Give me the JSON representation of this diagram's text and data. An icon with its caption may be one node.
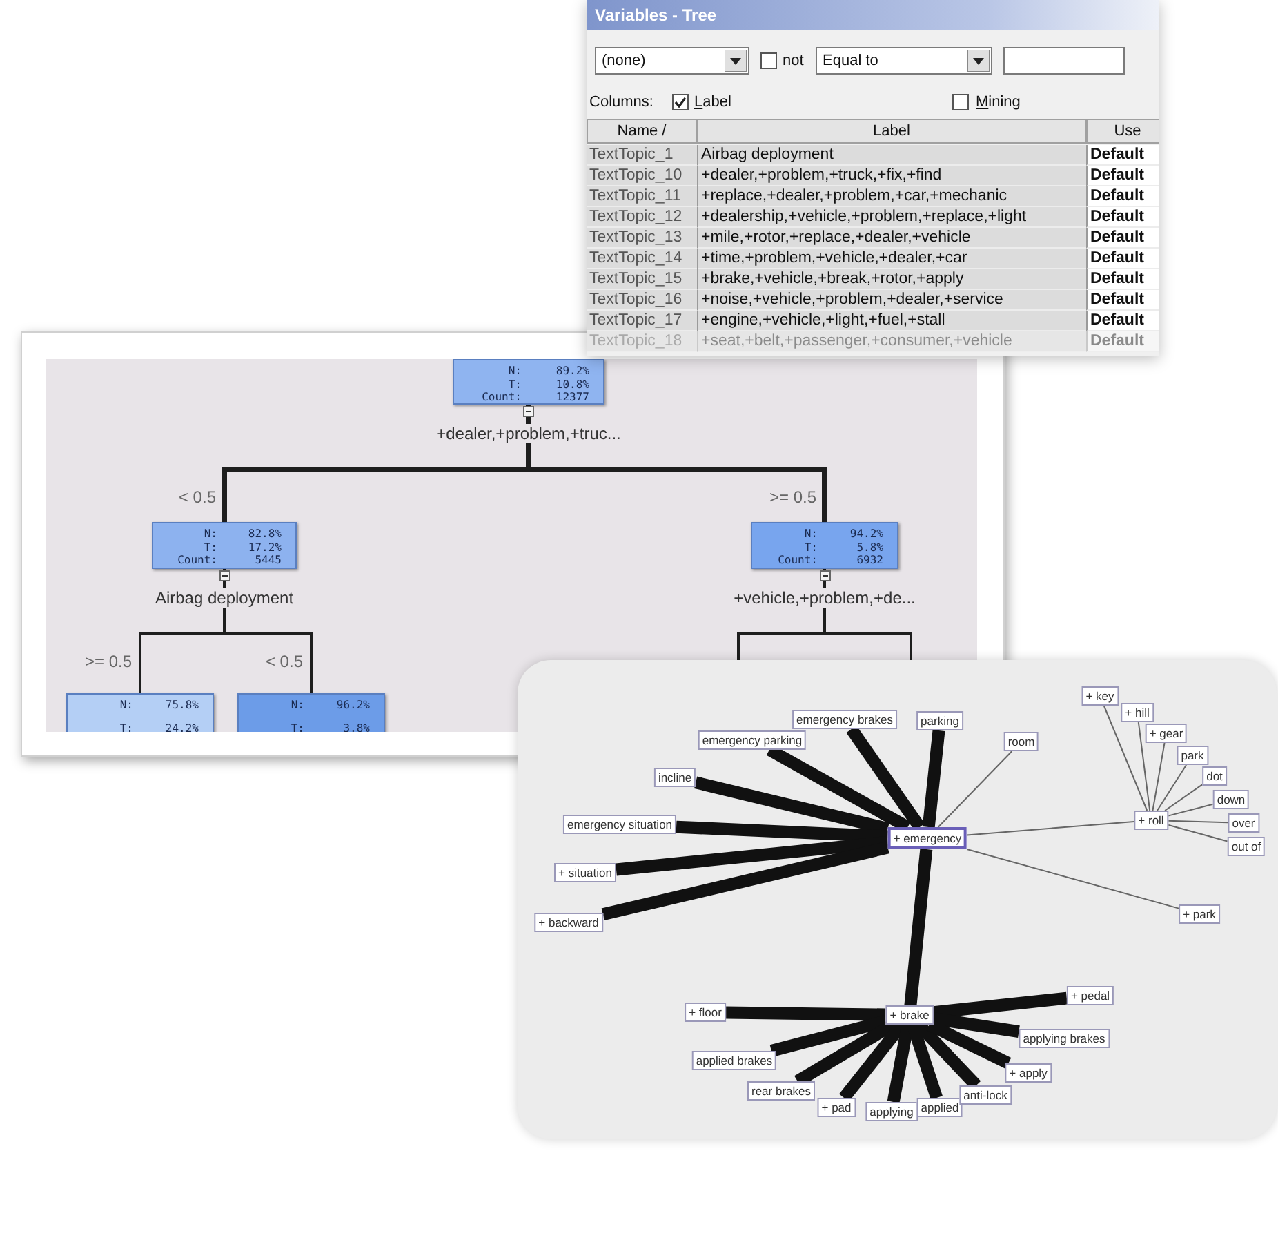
{
  "diagram": {
    "nodes": [
      {
        "text": [
          "N:",
          "89.2%",
          "T:",
          "10.8%",
          "Count:",
          "12377"
        ],
        "beside": [
          "+dealer,+problem,+truc..."
        ]
      },
      {
        "text": [
          "N:",
          "82.8%",
          "T:",
          "17.2%",
          "Count:",
          "5445"
        ],
        "beside": [
          "Airbag deployment"
        ]
      },
      {
        "text": [
          "N:",
          "94.2%",
          "T:",
          "5.8%",
          "Count:",
          "6932"
        ],
        "beside": [
          "+vehicle,+problem,+de..."
        ]
      },
      {
        "text": [
          "N:",
          "75.8%",
          "T:",
          "24.2%"
        ]
      },
      {
        "text": [
          "N:",
          "96.2%",
          "T:",
          "3.8%"
        ]
      },
      {
        "text": [
          "+ emergency"
        ]
      },
      {
        "text": [
          "emergency brakes"
        ]
      },
      {
        "text": [
          "parking"
        ]
      },
      {
        "text": [
          "room"
        ]
      },
      {
        "text": [
          "emergency parking"
        ]
      },
      {
        "text": [
          "incline"
        ]
      },
      {
        "text": [
          "emergency situation"
        ]
      },
      {
        "text": [
          "+ situation"
        ]
      },
      {
        "text": [
          "+ backward"
        ]
      },
      {
        "text": [
          "+ roll"
        ]
      },
      {
        "text": [
          "+ key"
        ]
      },
      {
        "text": [
          "+ hill"
        ]
      },
      {
        "text": [
          "+ gear"
        ]
      },
      {
        "text": [
          "park"
        ]
      },
      {
        "text": [
          "dot"
        ]
      },
      {
        "text": [
          "down"
        ]
      },
      {
        "text": [
          "over"
        ]
      },
      {
        "text": [
          "out of"
        ]
      },
      {
        "text": [
          "+ park"
        ]
      },
      {
        "text": [
          "+ brake"
        ]
      },
      {
        "text": [
          "+ floor"
        ]
      },
      {
        "text": [
          "+ pedal"
        ]
      },
      {
        "text": [
          "applied brakes"
        ]
      },
      {
        "text": [
          "applying brakes"
        ]
      },
      {
        "text": [
          "rear brakes"
        ]
      },
      {
        "text": [
          "+ pad"
        ]
      },
      {
        "text": [
          "applying"
        ]
      },
      {
        "text": [
          "applied"
        ]
      },
      {
        "text": [
          "anti-lock"
        ]
      },
      {
        "text": [
          "+ apply"
        ]
      }
    ],
    "edges": [
      {
        "from": 0,
        "to": 1,
        "arrow": "none",
        "label": "< 0.5"
      },
      {
        "from": 0,
        "to": 2,
        "arrow": "none",
        "label": ">= 0.5"
      },
      {
        "from": 1,
        "to": 3,
        "arrow": "none",
        "label": ">= 0.5"
      },
      {
        "from": 1,
        "to": 4,
        "arrow": "none",
        "label": "< 0.5"
      },
      {
        "from": 2,
        "to": null,
        "arrow": "none"
      },
      {
        "from": 2,
        "to": null,
        "arrow": "none"
      },
      {
        "from": 5,
        "to": 6,
        "arrow": "none"
      },
      {
        "from": 5,
        "to": 7,
        "arrow": "none"
      },
      {
        "from": 5,
        "to": 8,
        "arrow": "none",
        "color": "#666666"
      },
      {
        "from": 5,
        "to": 9,
        "arrow": "none"
      },
      {
        "from": 5,
        "to": 10,
        "arrow": "none"
      },
      {
        "from": 5,
        "to": 11,
        "arrow": "none"
      },
      {
        "from": 5,
        "to": 12,
        "arrow": "none"
      },
      {
        "from": 5,
        "to": 13,
        "arrow": "none"
      },
      {
        "from": 5,
        "to": 14,
        "arrow": "none",
        "color": "#666666"
      },
      {
        "from": 5,
        "to": 23,
        "arrow": "none",
        "color": "#666666"
      },
      {
        "from": 5,
        "to": 24,
        "arrow": "none"
      },
      {
        "from": 14,
        "to": 15,
        "arrow": "none",
        "color": "#666666"
      },
      {
        "from": 14,
        "to": 16,
        "arrow": "none",
        "color": "#666666"
      },
      {
        "from": 14,
        "to": 17,
        "arrow": "none",
        "color": "#666666"
      },
      {
        "from": 14,
        "to": 18,
        "arrow": "none",
        "color": "#666666"
      },
      {
        "from": 14,
        "to": 19,
        "arrow": "none",
        "color": "#666666"
      },
      {
        "from": 14,
        "to": 20,
        "arrow": "none",
        "color": "#666666"
      },
      {
        "from": 14,
        "to": 21,
        "arrow": "none",
        "color": "#666666"
      },
      {
        "from": 14,
        "to": 22,
        "arrow": "none",
        "color": "#666666"
      },
      {
        "from": 24,
        "to": 25,
        "arrow": "none"
      },
      {
        "from": 24,
        "to": 26,
        "arrow": "none"
      },
      {
        "from": 24,
        "to": 27,
        "arrow": "none"
      },
      {
        "from": 24,
        "to": 28,
        "arrow": "none"
      },
      {
        "from": 24,
        "to": 29,
        "arrow": "none"
      },
      {
        "from": 24,
        "to": 30,
        "arrow": "none"
      },
      {
        "from": 24,
        "to": 31,
        "arrow": "none"
      },
      {
        "from": 24,
        "to": 32,
        "arrow": "none"
      },
      {
        "from": 24,
        "to": 33,
        "arrow": "none"
      },
      {
        "from": 24,
        "to": 34,
        "arrow": "none"
      }
    ],
    "labels": [
      "Variables - Tree",
      "(none)",
      "not",
      "Equal to",
      "Columns:",
      "Label",
      "Mining",
      "Name /",
      "Label",
      "Use",
      "TextTopic_1",
      "Airbag deployment",
      "Default",
      "TextTopic_10",
      "+dealer,+problem,+truck,+fix,+find",
      "Default",
      "TextTopic_11",
      "+replace,+dealer,+problem,+car,+mechanic",
      "Default",
      "TextTopic_12",
      "+dealership,+vehicle,+problem,+replace,+light",
      "Default",
      "TextTopic_13",
      "+mile,+rotor,+replace,+dealer,+vehicle",
      "Default",
      "TextTopic_14",
      "+time,+problem,+vehicle,+dealer,+car",
      "Default",
      "TextTopic_15",
      "+brake,+vehicle,+break,+rotor,+apply",
      "Default",
      "TextTopic_16",
      "+noise,+vehicle,+problem,+dealer,+service",
      "Default",
      "TextTopic_17",
      "+engine,+vehicle,+light,+fuel,+stall",
      "Default",
      "TextTopic_18",
      "+seat,+belt,+passenger,+consumer,+vehicle",
      "Default"
    ]
  }
}
